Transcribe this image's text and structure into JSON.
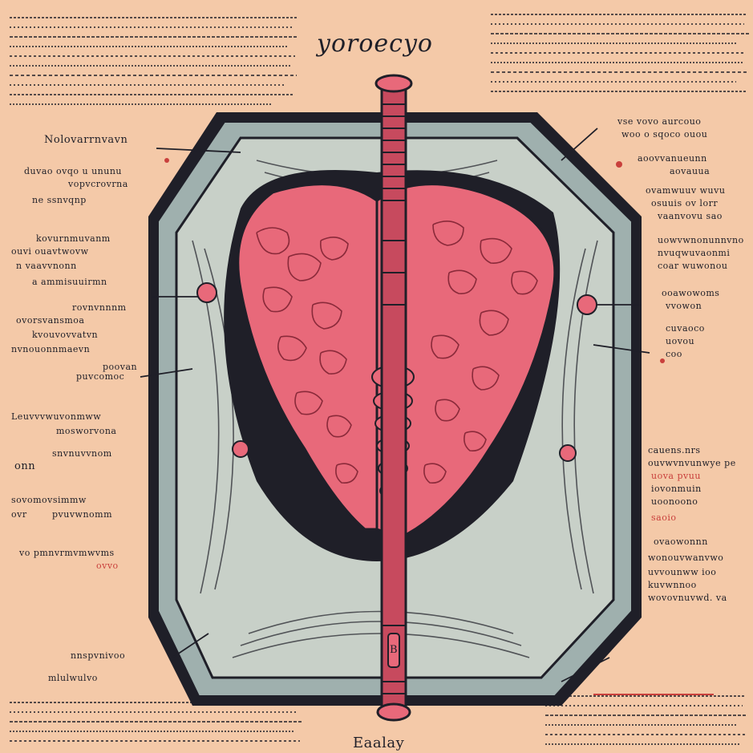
{
  "illustration": {
    "title": "yoroecyo",
    "bottom_caption": "Eaalay",
    "tube_letter": "B",
    "colors": {
      "paper": "#f4c9a8",
      "ink": "#1f1f28",
      "organ": "#e8697a",
      "organ_dark": "#c74a5e",
      "frame": "#9fb0ae",
      "accent_red": "#c9403c"
    },
    "left_labels": [
      "Nolovarrnvavn",
      "duvao ovqo u ununu",
      "vopvcrovrna",
      "ne ssnvqnp",
      "kovurnmuvanm",
      "ouvi ouavtwovw",
      "n vaavvnonn",
      "a ammisuuirmn",
      "rovnvnnnm",
      "ovorsvansmoa",
      "kvouvovvatvn",
      "nvnouonnmaevn",
      "poovan",
      "puvcomoc",
      "Leuvvvwuvonmww",
      "mosworvona",
      "onn",
      "snvnuvvnom",
      "sovomovsimmw",
      "pvuvwnomm",
      "ovr",
      "vo pmnvrmvmwvms",
      "ovvo",
      "nnspvnivoo",
      "mlulwulvo"
    ],
    "right_labels": [
      "vse vovo aurcouo",
      "woo o sqoco ouou",
      "aoovvanueunn",
      "aovauua",
      "ovamwuuv wuvu",
      "osuuis ov lorr",
      "vaanvovu sao",
      "uowvwnonunnvno",
      "nvuqwuvaonmi",
      "coar wuwonou",
      "ooawowoms",
      "vvowon",
      "cuvaoco",
      "uovou",
      "coo",
      "cauens.nrs",
      "ouvwvnvunwye pe",
      "uova pvuu",
      "iovonmuin",
      "uoonoono",
      "saoio",
      "ovaowonnn",
      "wonouvwanvwo",
      "uvvounww ioo",
      "kuvwnnoo",
      "wovovnuvwd. va"
    ]
  }
}
